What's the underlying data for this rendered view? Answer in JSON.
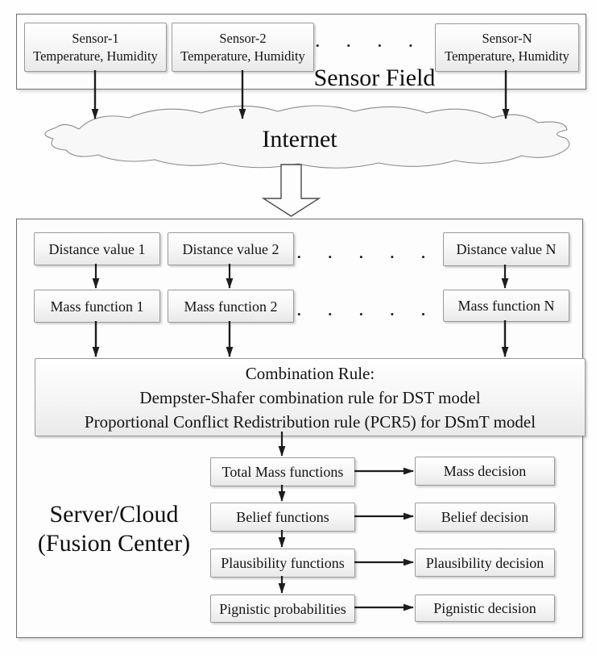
{
  "sensor_field": {
    "label": "Sensor Field",
    "sensors": [
      {
        "name": "Sensor-1",
        "sub": "Temperature, Humidity"
      },
      {
        "name": "Sensor-2",
        "sub": "Temperature, Humidity"
      },
      {
        "name": "Sensor-N",
        "sub": "Temperature, Humidity"
      }
    ],
    "ellipsis": "••••"
  },
  "internet": {
    "label": "Internet"
  },
  "fusion_center": {
    "label_line1": "Server/Cloud",
    "label_line2": "(Fusion Center)",
    "distance_values": [
      "Distance value 1",
      "Distance value 2",
      "Distance value N"
    ],
    "distance_ellipsis": "•••••",
    "mass_functions": [
      "Mass function 1",
      "Mass function 2",
      "Mass function N"
    ],
    "mass_ellipsis": "•••••",
    "combination_rule": {
      "line1": "Combination Rule:",
      "line2": "Dempster-Shafer combination rule for DST model",
      "line3": "Proportional Conflict Redistribution rule (PCR5) for DSmT model"
    },
    "pipeline": [
      "Total Mass functions",
      "Belief functions",
      "Plausibility functions",
      "Pignistic probabilities"
    ],
    "decisions": [
      "Mass decision",
      "Belief decision",
      "Plausibility decision",
      "Pignistic decision"
    ]
  },
  "colors": {
    "line": "#1d1d1d",
    "box_border": "#9a9a9a",
    "cloud_fill": "#f8f8f8",
    "cloud_stroke": "#8a8a8a"
  }
}
